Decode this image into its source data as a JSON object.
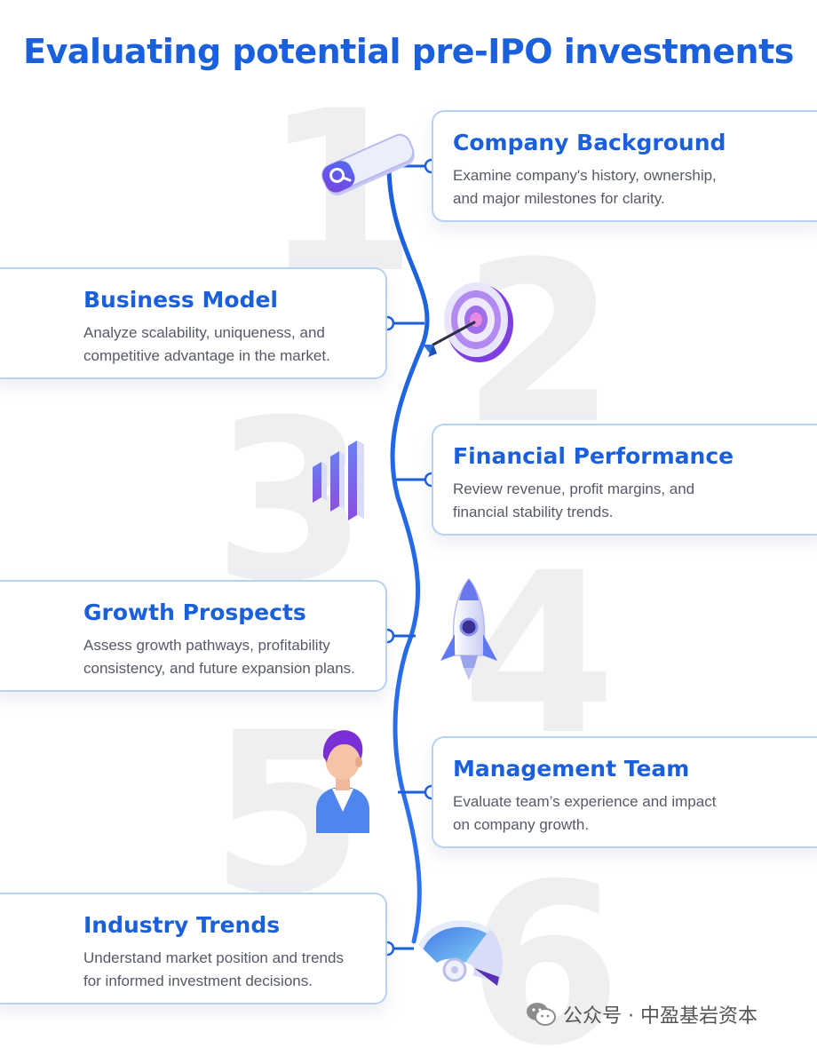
{
  "title": "Evaluating potential pre-IPO investments",
  "steps": [
    {
      "number": "1",
      "title": "Company Background",
      "description": "Examine company's history, ownership,\nand major milestones for clarity.",
      "icon": "search-bar-icon"
    },
    {
      "number": "2",
      "title": "Business Model",
      "description": "Analyze scalability, uniqueness, and\ncompetitive advantage in the market.",
      "icon": "target-dart-icon"
    },
    {
      "number": "3",
      "title": "Financial Performance",
      "description": "Review revenue, profit margins, and\nfinancial stability trends.",
      "icon": "bar-chart-icon"
    },
    {
      "number": "4",
      "title": "Growth Prospects",
      "description": "Assess growth pathways, profitability\nconsistency, and future expansion plans.",
      "icon": "rocket-icon"
    },
    {
      "number": "5",
      "title": "Management Team",
      "description": "Evaluate team’s experience and impact\non company growth.",
      "icon": "person-icon"
    },
    {
      "number": "6",
      "title": "Industry Trends",
      "description": "Understand market position and trends\nfor informed investment decisions.",
      "icon": "gauge-icon"
    }
  ],
  "watermark": {
    "text": "公众号 · 中盈基岩资本",
    "icon": "wechat-icon"
  },
  "colors": {
    "accent": "#1a5fdc",
    "card_border": "#b9d0f5",
    "description": "#555a66",
    "background_number": "#efeff2",
    "icon_purple": "#8a4de0"
  }
}
